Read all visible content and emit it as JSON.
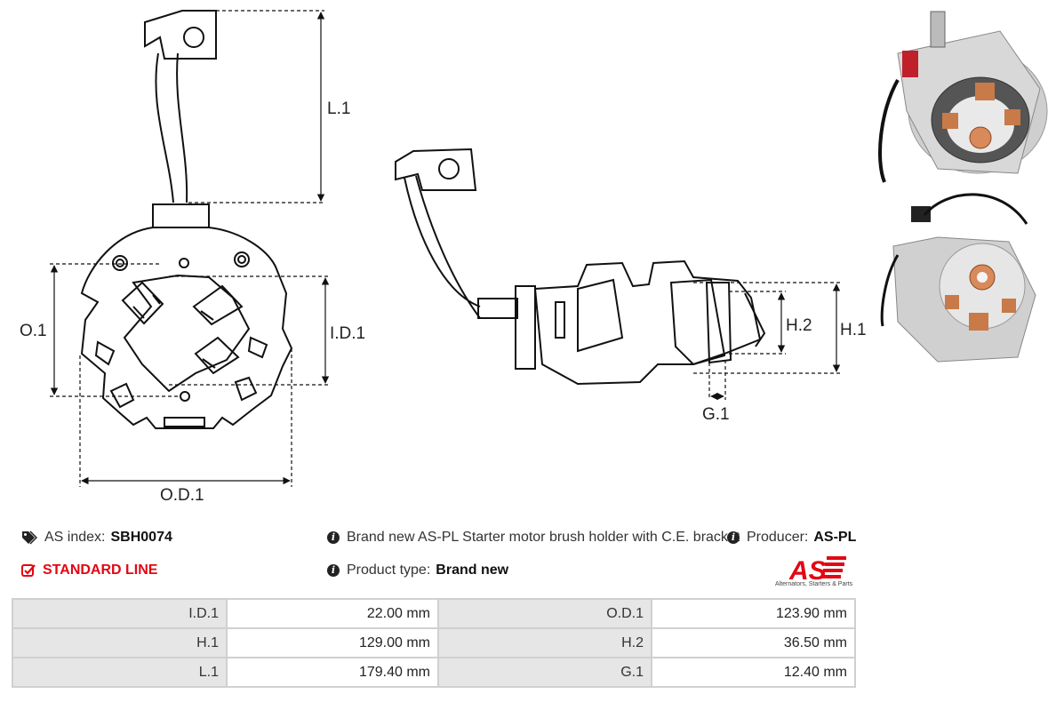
{
  "drawing_labels": {
    "l1": "L.1",
    "o1": "O.1",
    "id1": "I.D.1",
    "od1": "O.D.1",
    "h2": "H.2",
    "h1": "H.1",
    "g1": "G.1"
  },
  "product": {
    "index_label": "AS index:",
    "index_value": "SBH0074",
    "line": "STANDARD LINE",
    "description": "Brand new AS-PL Starter motor brush holder with C.E. bracket",
    "type_label": "Product type:",
    "type_value": "Brand new",
    "producer_label": "Producer:",
    "producer_value": "AS-PL"
  },
  "logo": {
    "text": "AS",
    "tagline": "Alternators, Starters & Parts",
    "color": "#e30613"
  },
  "icons": {
    "index": "tags-icon",
    "line": "checkbox-icon",
    "info": "info-circle-icon"
  },
  "specs": [
    {
      "k1": "I.D.1",
      "v1": "22.00 mm",
      "k2": "O.D.1",
      "v2": "123.90 mm"
    },
    {
      "k1": "H.1",
      "v1": "129.00 mm",
      "k2": "H.2",
      "v2": "36.50 mm"
    },
    {
      "k1": "L.1",
      "v1": "179.40 mm",
      "k2": "G.1",
      "v2": "12.40 mm"
    }
  ]
}
